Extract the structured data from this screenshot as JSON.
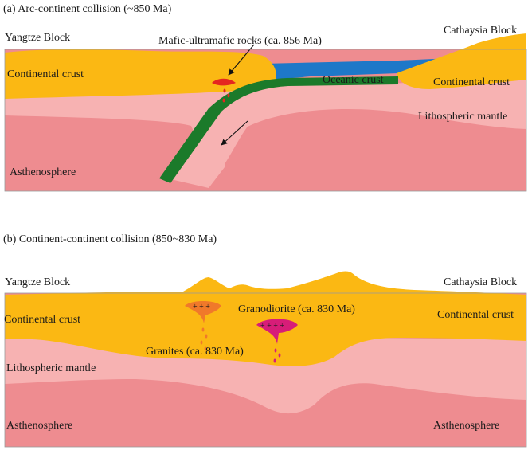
{
  "panel_a": {
    "title": "(a) Arc-continent collision (~850 Ma)",
    "labels": {
      "left_block": "Yangtze Block",
      "right_block": "Cathaysia Block",
      "mafic_rocks": "Mafic-ultramafic rocks (ca. 856 Ma)",
      "crust_left": "Continental crust",
      "crust_right": "Continental crust",
      "oceanic_crust": "Oceanic crust",
      "lith_mantle": "Lithospheric mantle",
      "asthenosphere": "Asthenosphere"
    }
  },
  "panel_b": {
    "title": "(b) Continent-continent collision (850~830 Ma)",
    "labels": {
      "left_block": "Yangtze Block",
      "right_block": "Cathaysia Block",
      "crust_left": "Continental crust",
      "crust_right": "Continental crust",
      "granodiorite": "Granodiorite (ca. 830 Ma)",
      "granites": "Granites (ca. 830 Ma)",
      "lith_mantle": "Lithospheric mantle",
      "asth_left": "Asthenosphere",
      "asth_right": "Asthenosphere"
    },
    "pluton_marks": {
      "granite": "+ + +",
      "granodiorite": "+ + + +"
    }
  },
  "colors": {
    "crust": "#fbb813",
    "lith_mantle": "#f7b2b2",
    "asthenosphere": "#ee8c90",
    "ocean": "#1e78c8",
    "oceanic_crust": "#1b7a2a",
    "mafic": "#e52620",
    "granite": "#f0792a",
    "granodiorite": "#d71d78"
  }
}
